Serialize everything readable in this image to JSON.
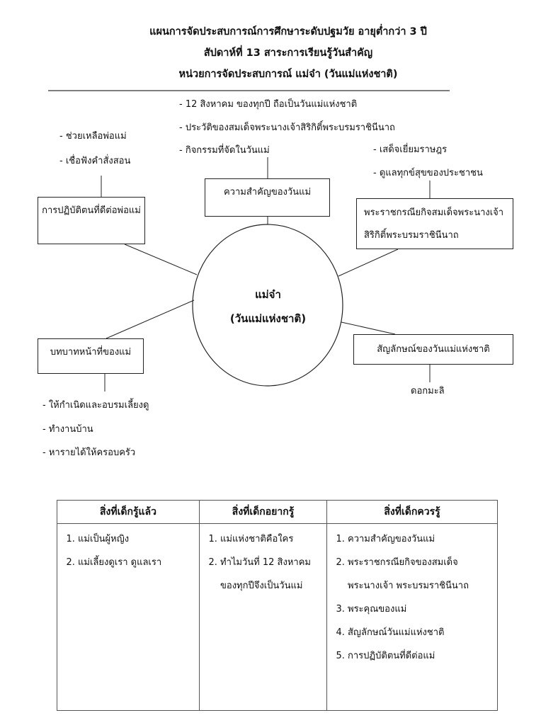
{
  "header": {
    "line1": "แผนการจัดประสบการณ์การศึกษาระดับปฐมวัย อายุต่ำกว่า 3 ปี",
    "line2": "สัปดาห์ที่ 13 สาระการเรียนรู้วันสำคัญ",
    "line3": "หน่วยการจัดประสบการณ์ แม่จ๋า (วันแม่แห่งชาติ)"
  },
  "mindmap": {
    "center": {
      "line1": "แม่จ๋า",
      "line2": "(วันแม่แห่งชาติ)"
    },
    "importance": {
      "label": "ความสำคัญของวันแม่",
      "items": [
        "- 12 สิงหาคม ของทุกปี ถือเป็นวันแม่แห่งชาติ",
        "- ประวัติของสมเด็จพระนางเจ้าสิริกิติ์พระบรมราชินีนาถ",
        "- กิจกรรมที่จัดในวันแม่"
      ]
    },
    "behavior": {
      "label": "การปฏิบัติตนที่ดีต่อพ่อแม่",
      "items": [
        "- ช่วยเหลือพ่อแม่",
        "- เชื่อฟังคำสั่งสอน"
      ]
    },
    "royal": {
      "label_line1": "พระราชกรณียกิจสมเด็จพระนางเจ้า",
      "label_line2": "สิริกิติ์พระบรมราชินีนาถ",
      "items": [
        "- เสด็จเยี่ยมราษฎร",
        "- ดูแลทุกข์สุขของประชาชน"
      ]
    },
    "role": {
      "label": "บทบาทหน้าที่ของแม่",
      "items": [
        "- ให้กำเนิดและอบรมเลี้ยงดู",
        "- ทำงานบ้าน",
        "- หารายได้ให้ครอบครัว"
      ]
    },
    "symbol": {
      "label": "สัญลักษณ์ของวันแม่แห่งชาติ",
      "items": [
        "ดอกมะลิ"
      ]
    }
  },
  "table": {
    "headers": [
      "สิ่งที่เด็กรู้แล้ว",
      "สิ่งที่เด็กอยากรู้",
      "สิ่งที่เด็กควรรู้"
    ],
    "col1": [
      "แม่เป็นผู้หญิง",
      "แม่เลี้ยงดูเรา ดูแลเรา"
    ],
    "col2": [
      "แม่แห่งชาติคือใคร",
      "ทำไมวันที่ 12 สิงหาคม ของทุกปีจึงเป็นวันแม่"
    ],
    "col3": [
      "ความสำคัญของวันแม่",
      "พระราชกรณียกิจของสมเด็จ พระนางเจ้า พระบรมราชินีนาถ",
      "พระคุณของแม่",
      "สัญลักษณ์วันแม่แห่งชาติ",
      "การปฏิบัติตนที่ดีต่อแม่"
    ]
  }
}
